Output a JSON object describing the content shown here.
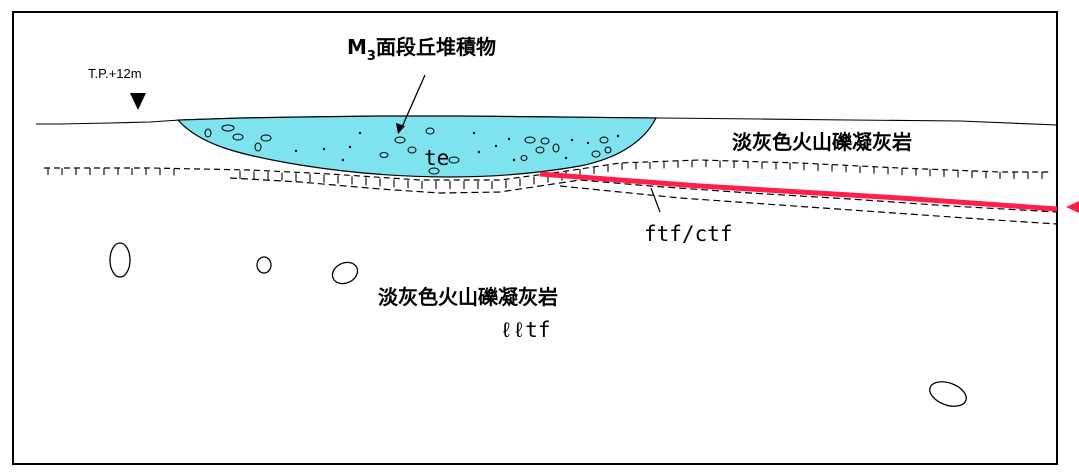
{
  "labels": {
    "terrace_deposit": "M",
    "terrace_deposit_sub": "3",
    "terrace_deposit_rest": "面段丘堆積物",
    "elevation": "T.P.+12m",
    "upper_tuff": "淡灰色火山礫凝灰岩",
    "lower_tuff": "淡灰色火山礫凝灰岩",
    "lower_tuff_code": "ℓℓtf",
    "terrace_code": "te",
    "seam_code": "ftf/ctf"
  },
  "colors": {
    "terrace_fill": "#7fe3ef",
    "seam_red": "#ff1f4a",
    "line": "#000000"
  }
}
